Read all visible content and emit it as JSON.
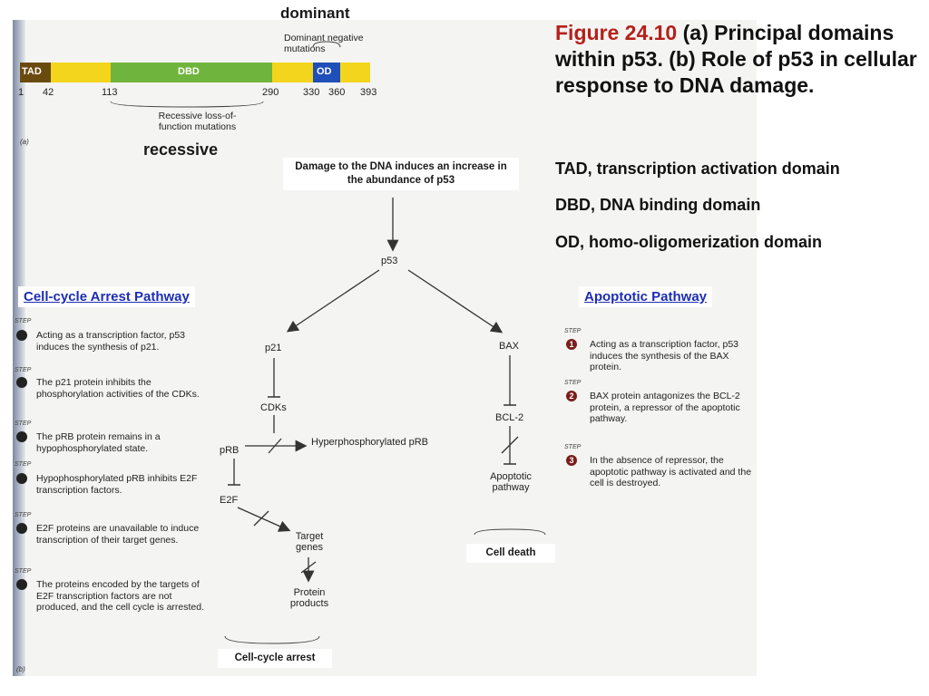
{
  "figure": {
    "number": "Figure 24.10",
    "caption": " (a) Principal domains within p53. (b) Role of p53 in cellular response to DNA damage."
  },
  "abbreviations": [
    "TAD, transcription activation domain",
    "DBD, DNA binding domain",
    "OD, homo-oligomerization domain"
  ],
  "panel_a": {
    "dominant_label": "dominant",
    "recessive_label": "recessive",
    "dominant_negative_note": "Dominant negative mutations",
    "recessive_note": "Recessive loss-of-function mutations",
    "domains": [
      "TAD",
      "DBD",
      "OD"
    ],
    "positions": [
      "1",
      "42",
      "113",
      "290",
      "330",
      "360",
      "393"
    ],
    "panel_letter": "(a)",
    "colors": {
      "tad": "#6b4a10",
      "yellow": "#f2d51c",
      "dbd": "#6fb43c",
      "od": "#1f4fb8"
    }
  },
  "panel_b": {
    "panel_letter": "(b)",
    "top_box": "Damage to the DNA induces an increase in the abundance of p53",
    "nodes": {
      "p53": "p53",
      "p21": "p21",
      "bax": "BAX",
      "cdks": "CDKs",
      "prb": "pRB",
      "hyper": "Hyperphosphorylated pRB",
      "e2f": "E2F",
      "target": "Target genes",
      "protein": "Protein products",
      "bcl2": "BCL-2",
      "apoptotic": "Apoptotic pathway"
    },
    "left_pathway_title": "Cell-cycle Arrest Pathway",
    "right_pathway_title": "Apoptotic Pathway",
    "step_tag": "STEP",
    "left_steps": [
      "Acting as a transcription factor, p53 induces the synthesis of p21.",
      "The p21 protein inhibits the phosphorylation activities of the CDKs.",
      "The pRB protein remains in a hypophosphorylated state.",
      "Hypophosphorylated pRB inhibits E2F transcription factors.",
      "E2F proteins are unavailable to induce transcription of their target genes.",
      "The proteins encoded by the targets of E2F transcription factors are not produced, and the cell cycle is arrested."
    ],
    "right_steps": [
      {
        "num": "1",
        "text": "Acting as a transcription factor, p53 induces the synthesis of the BAX protein."
      },
      {
        "num": "2",
        "text": "BAX protein antagonizes the BCL-2 protein, a repressor of the apoptotic pathway."
      },
      {
        "num": "3",
        "text": "In the absence of repressor, the apoptotic pathway is activated and the cell is destroyed."
      }
    ],
    "outcome_left": "Cell-cycle arrest",
    "outcome_right": "Cell death"
  }
}
